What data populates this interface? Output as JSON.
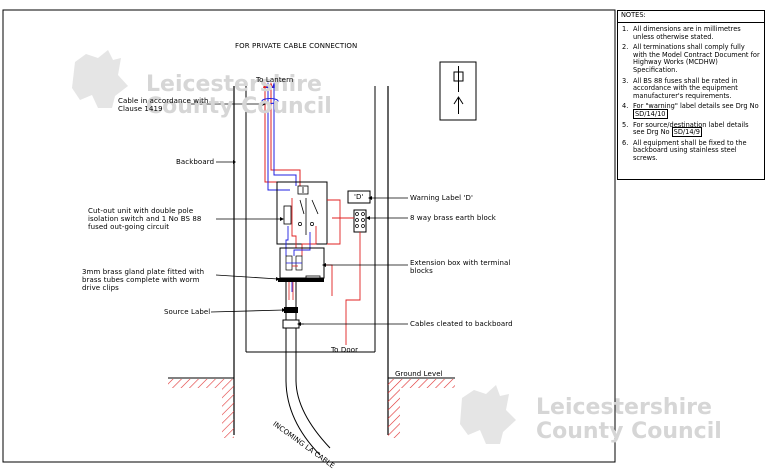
{
  "title": "FOR PRIVATE CABLE CONNECTION",
  "watermark": {
    "line1": "Leicestershire",
    "line2": "County Council"
  },
  "labels": {
    "to_lantern": "To Lantern",
    "cable": "Cable in accordance with\nClause 1419",
    "backboard": "Backboard",
    "cutout": "Cut-out unit with double pole\nisolation switch and 1 No BS 88\nfused out-going circuit",
    "gland": "3mm brass gland plate fitted with\nbrass tubes complete with worm\ndrive clips",
    "source_label": "Source Label",
    "to_door": "To Door",
    "ground_level": "Ground Level",
    "incoming": "INCOMING LA CABLE",
    "warning_label": "Warning Label 'D'",
    "warning_box": "'D'",
    "earth_block": "8 way brass earth block",
    "extension_box": "Extension box with terminal\nblocks",
    "cables_cleated": "Cables cleated to backboard"
  },
  "notes": {
    "heading": "NOTES:",
    "items": [
      {
        "num": "1.",
        "text": "All dimensions are in millimetres unless otherwise stated."
      },
      {
        "num": "2.",
        "text": "All terminations shall comply fully with the Model Contract Document for Highway Works (MCDHW) Specification."
      },
      {
        "num": "3.",
        "text": "All BS 88 fuses shall be rated in accordance with the equipment manufacturer's requirements."
      },
      {
        "num": "4.",
        "text_before": "For \"warning\" label details see Drg No ",
        "ref": "SD/14/10"
      },
      {
        "num": "5.",
        "text_before": "For source/destination label details see Drg No ",
        "ref": "SD/14/9"
      },
      {
        "num": "6.",
        "text": "All equipment shall be fixed to the backboard using stainless steel screws."
      }
    ]
  },
  "colors": {
    "line": "#000000",
    "red": "#e02020",
    "blue": "#2020e0",
    "watermark": "#d6d6d6"
  }
}
